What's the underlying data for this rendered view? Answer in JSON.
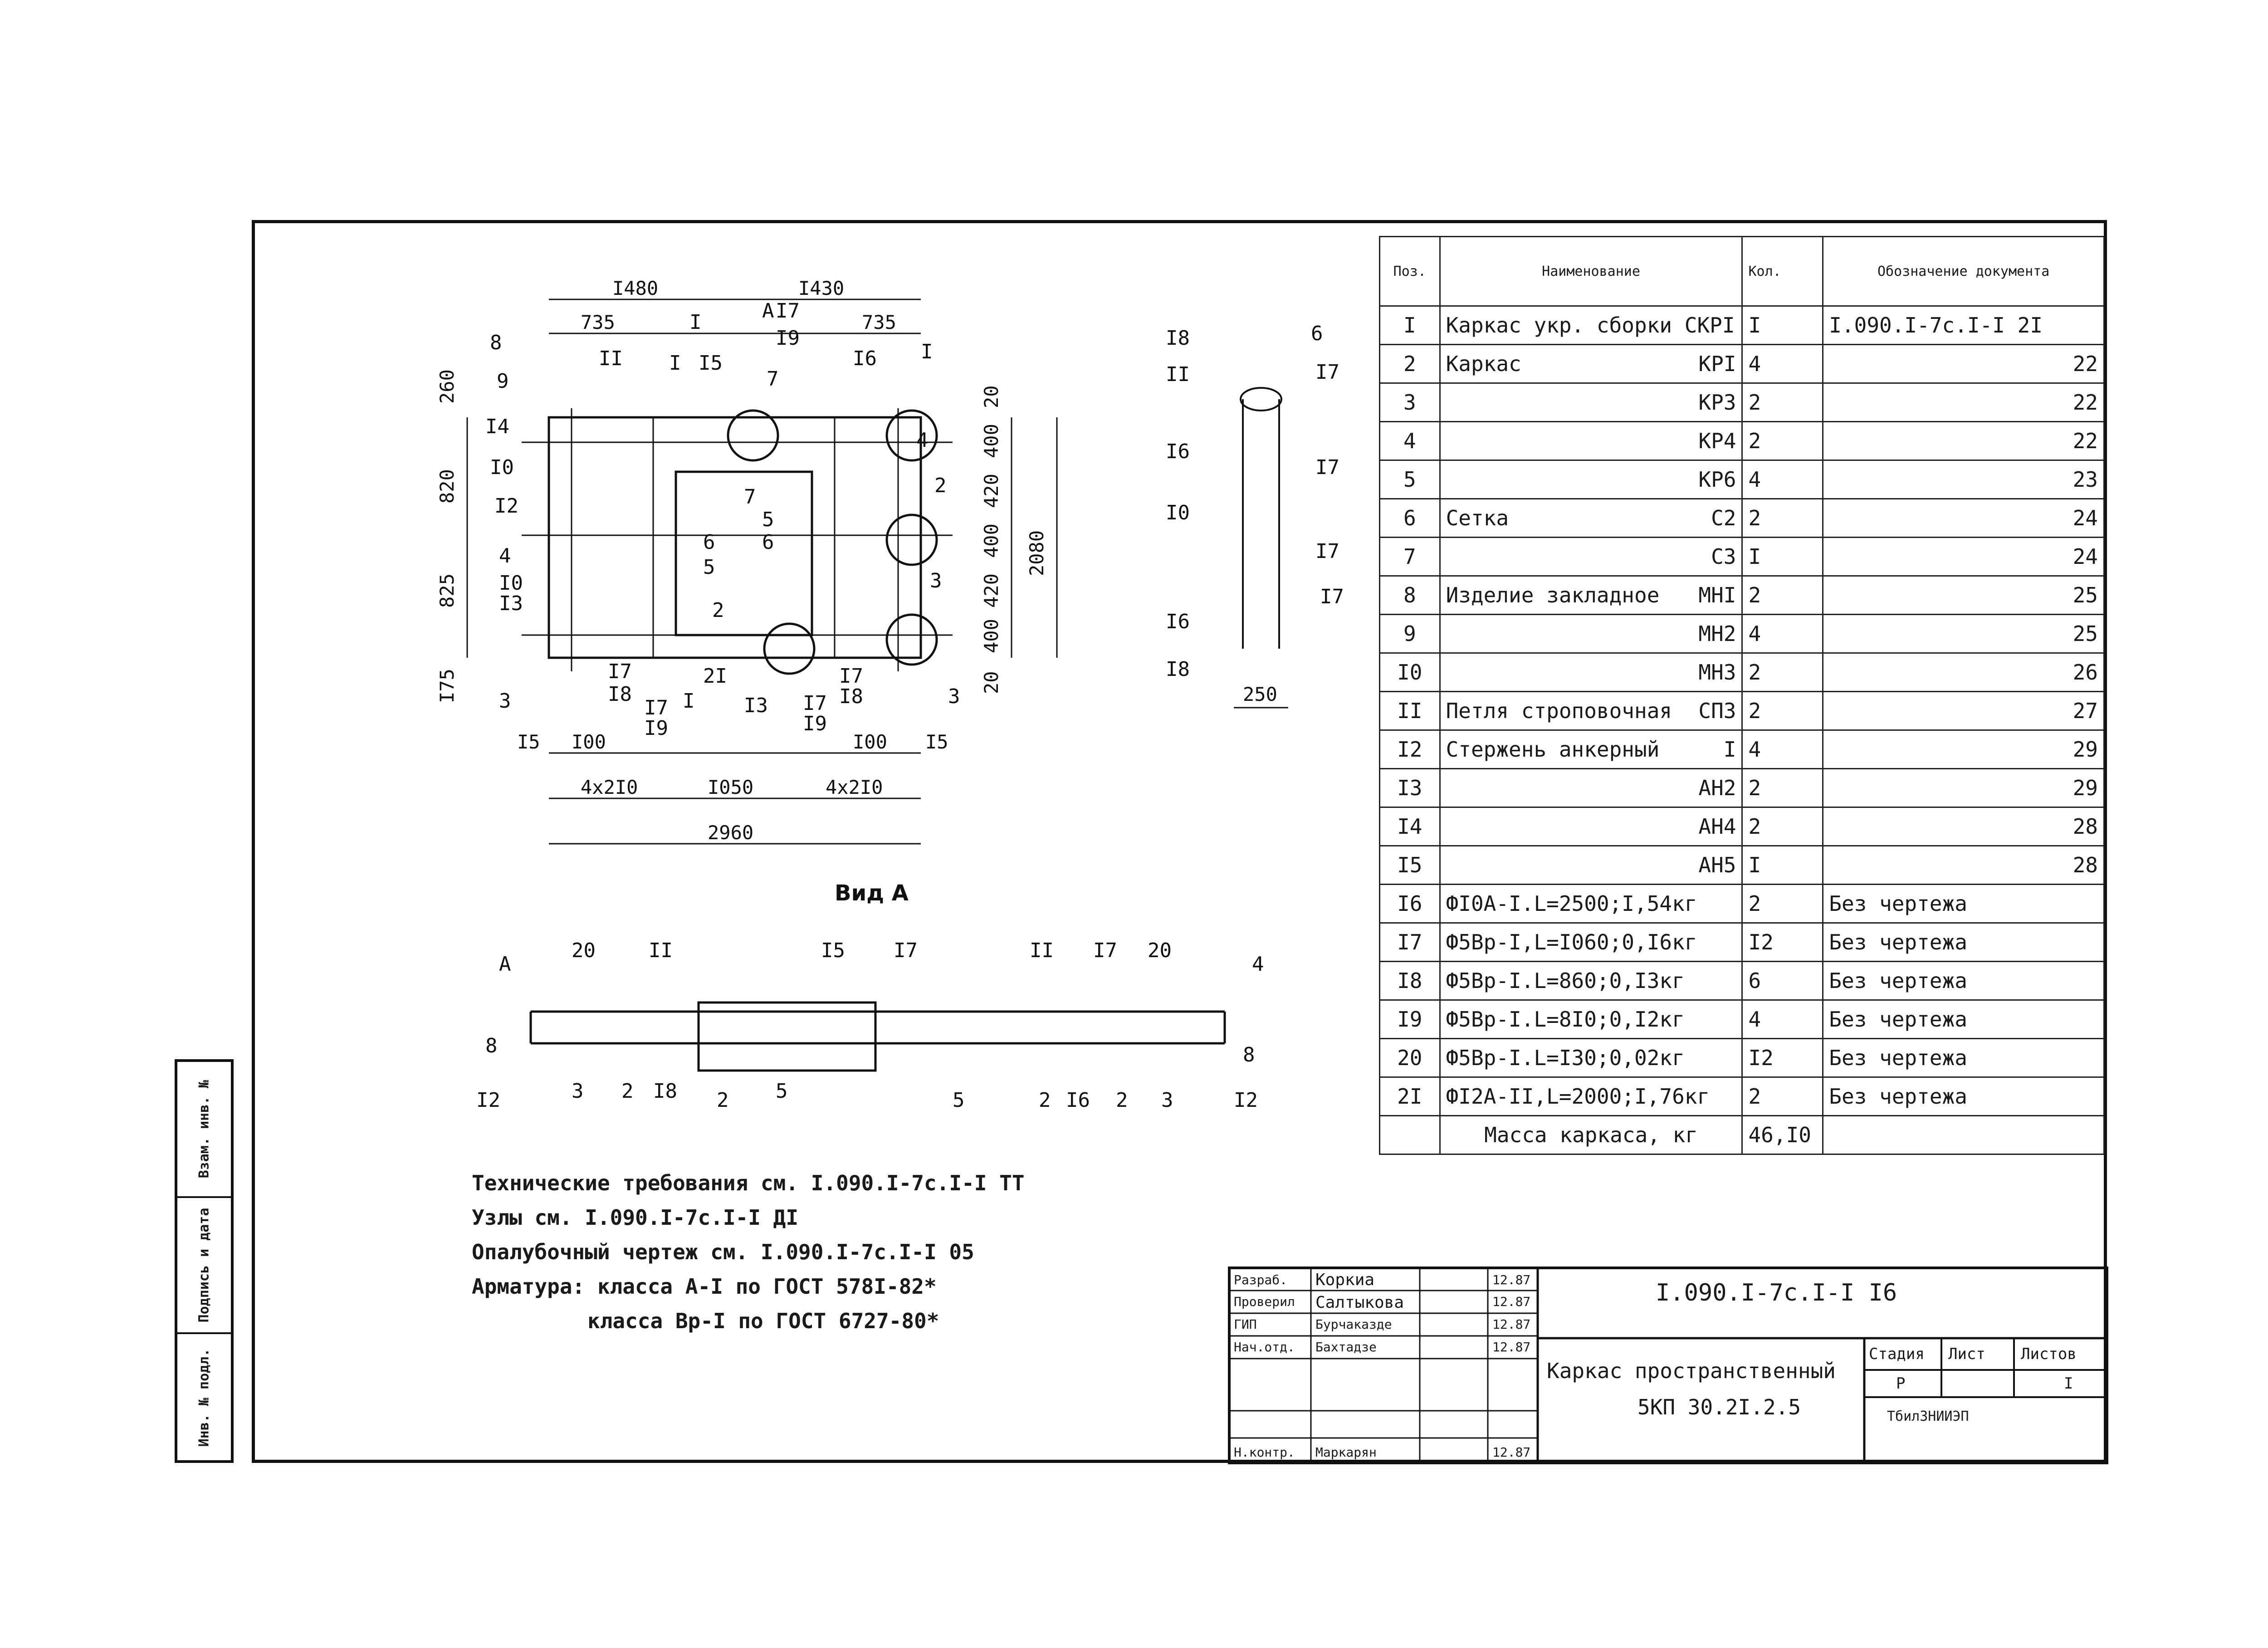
{
  "sidebar": {
    "cells": [
      "Инв. № подл.",
      "Подпись и дата",
      "Взам. инв. №"
    ]
  },
  "plan": {
    "top_dims": [
      "I480",
      "I430"
    ],
    "sub_dims": [
      "735",
      "735"
    ],
    "section_mark": "I",
    "view_mark": "A",
    "left_dims": [
      "260",
      "820",
      "825",
      "I75"
    ],
    "right_dims": [
      "20",
      "400",
      "420",
      "400",
      "420",
      "400",
      "20"
    ],
    "overall_height": "2080",
    "bottom_dims": [
      "I5",
      "I00",
      "I00",
      "I5"
    ],
    "bottom_dims_2": [
      "4x2I0",
      "I050",
      "4x2I0"
    ],
    "overall_width": "2960",
    "callouts": [
      "8",
      "9",
      "I4",
      "I0",
      "I2",
      "4",
      "I0",
      "I3",
      "3",
      "II",
      "I",
      "I5",
      "7",
      "I6",
      "I",
      "4",
      "2",
      "3",
      "3",
      "6",
      "5",
      "5",
      "6",
      "7",
      "2",
      "I7",
      "I8",
      "I7",
      "I9",
      "2I",
      "I",
      "I3",
      "I7",
      "I9",
      "I7",
      "I8",
      "I7",
      "I9"
    ]
  },
  "side": {
    "callouts": [
      "I8",
      "II",
      "6",
      "I7",
      "I6",
      "I7",
      "I0",
      "I7",
      "I6",
      "I8",
      "I7"
    ],
    "dim": "250"
  },
  "view_a": {
    "title": "Вид А",
    "top_callouts": [
      "А",
      "20",
      "II",
      "I5",
      "I7",
      "II",
      "I7",
      "20",
      "4"
    ],
    "bottom_callouts": [
      "8",
      "I2",
      "3",
      "2",
      "I8",
      "2",
      "5",
      "5",
      "2",
      "I6",
      "2",
      "3",
      "I2",
      "8"
    ]
  },
  "spec": {
    "headers": [
      "Поз.",
      "Наименование",
      "Кол.",
      "Обозначение документа"
    ],
    "rows": [
      {
        "pos": "I",
        "name": "Каркас укр. сборки СКРI",
        "mark": "",
        "qty": "I",
        "doc": "I.090.I-7с.I-I 2I"
      },
      {
        "pos": "2",
        "name": "Каркас",
        "mark": "КРI",
        "qty": "4",
        "doc": "22"
      },
      {
        "pos": "3",
        "name": "",
        "mark": "КР3",
        "qty": "2",
        "doc": "22"
      },
      {
        "pos": "4",
        "name": "",
        "mark": "КР4",
        "qty": "2",
        "doc": "22"
      },
      {
        "pos": "5",
        "name": "",
        "mark": "КР6",
        "qty": "4",
        "doc": "23"
      },
      {
        "pos": "6",
        "name": "Сетка",
        "mark": "С2",
        "qty": "2",
        "doc": "24"
      },
      {
        "pos": "7",
        "name": "",
        "mark": "С3",
        "qty": "I",
        "doc": "24"
      },
      {
        "pos": "8",
        "name": "Изделие закладное",
        "mark": "МНI",
        "qty": "2",
        "doc": "25"
      },
      {
        "pos": "9",
        "name": "",
        "mark": "МН2",
        "qty": "4",
        "doc": "25"
      },
      {
        "pos": "I0",
        "name": "",
        "mark": "МН3",
        "qty": "2",
        "doc": "26"
      },
      {
        "pos": "II",
        "name": "Петля строповочная",
        "mark": "СП3",
        "qty": "2",
        "doc": "27"
      },
      {
        "pos": "I2",
        "name": "Стержень анкерный",
        "mark": "I",
        "qty": "4",
        "doc": "29"
      },
      {
        "pos": "I3",
        "name": "",
        "mark": "АН2",
        "qty": "2",
        "doc": "29"
      },
      {
        "pos": "I4",
        "name": "",
        "mark": "АН4",
        "qty": "2",
        "doc": "28"
      },
      {
        "pos": "I5",
        "name": "",
        "mark": "АН5",
        "qty": "I",
        "doc": "28"
      },
      {
        "pos": "I6",
        "name": "ФI0А-I.L=2500;I,54кг",
        "mark": "",
        "qty": "2",
        "doc": "Без чертежа"
      },
      {
        "pos": "I7",
        "name": "Ф5Вр-I,L=I060;0,I6кг",
        "mark": "",
        "qty": "I2",
        "doc": "Без чертежа"
      },
      {
        "pos": "I8",
        "name": "Ф5Вр-I.L=860;0,I3кг",
        "mark": "",
        "qty": "6",
        "doc": "Без чертежа"
      },
      {
        "pos": "I9",
        "name": "Ф5Вр-I.L=8I0;0,I2кг",
        "mark": "",
        "qty": "4",
        "doc": "Без чертежа"
      },
      {
        "pos": "20",
        "name": "Ф5Вр-I.L=I30;0,02кг",
        "mark": "",
        "qty": "I2",
        "doc": "Без чертежа"
      },
      {
        "pos": "2I",
        "name": "ФI2А-II,L=2000;I,76кг",
        "mark": "",
        "qty": "2",
        "doc": "Без чертежа"
      }
    ],
    "total_label": "Масса каркаса, кг",
    "total_value": "46,I0"
  },
  "notes": [
    "Технические требования см. I.090.I-7с.I-I ТТ",
    "Узлы см. I.090.I-7с.I-I ДI",
    "Опалубочный чертеж см. I.090.I-7с.I-I 05",
    "Арматура: класса А-I по ГОСТ 578I-82*",
    "класса Вр-I по ГОСТ 6727-80*"
  ],
  "title_block": {
    "roles": [
      "Разраб.",
      "Проверил",
      "ГИП",
      "Нач.отд.",
      "Н.контр."
    ],
    "people": [
      "Коркиа",
      "Салтыкова",
      "Бурчаказде",
      "Бахтадзе",
      "Маркарян"
    ],
    "dates": [
      "12.87",
      "12.87",
      "12.87",
      "12.87",
      "12.87"
    ],
    "code": "I.090.I-7с.I-I I6",
    "name": "Каркас пространственный",
    "mark": "5КП 30.2I.2.5",
    "stage_label": "Стадия",
    "sheet_label": "Лист",
    "sheets_label": "Листов",
    "stage_value": "Р",
    "sheets_value": "I",
    "org": "ТбилЗНИИЭП"
  }
}
